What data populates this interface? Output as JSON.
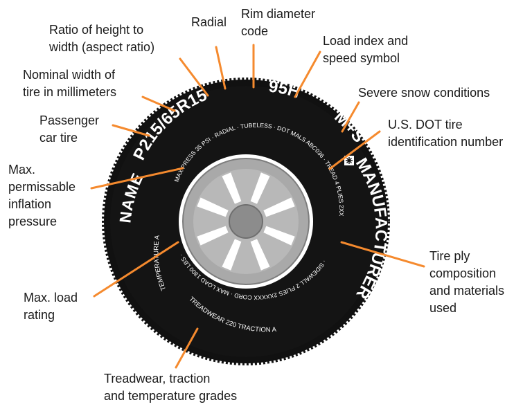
{
  "callouts": {
    "radial": [
      "Radial"
    ],
    "rim_diameter": [
      "Rim diameter",
      "code"
    ],
    "aspect_ratio": [
      "Ratio of height to",
      "width (aspect ratio)"
    ],
    "load_speed": [
      "Load index and",
      "speed symbol"
    ],
    "nominal_width": [
      "Nominal width of",
      "tire in millimeters"
    ],
    "severe_snow": [
      "Severe snow conditions"
    ],
    "passenger": [
      "Passenger",
      "car tire"
    ],
    "dot_id": [
      "U.S. DOT tire",
      "identification number"
    ],
    "max_inflation": [
      "Max.",
      "permissable",
      "inflation",
      "pressure"
    ],
    "ply": [
      "Tire ply",
      "composition",
      "and materials",
      "used"
    ],
    "max_load": [
      "Max. load",
      "rating"
    ],
    "treadwear": [
      "Treadwear, traction",
      "and temperature grades"
    ]
  },
  "sidewall": {
    "size_code": "P215/65R15",
    "load_speed": "95H",
    "snow": "M+S",
    "name": "NAME",
    "manufacturer": "MANUFACTURER",
    "pressure_line": "MAX PRESS 35 PSI · RADIAL · TUBELESS · DOT MALS ABC036 · TREAD 4 PLIES 2XXXXX CORD ·",
    "ply_line": "· SIDEWALL 2 PLIES 2XXXXX CORD · MAX LOAD 1300 LBS ·",
    "grades_left": "TEMPERATURE A",
    "grades_bottom": "TREADWEAR 220 TRACTION A"
  },
  "colors": {
    "leader": "#f58a2e",
    "tire": "#111111",
    "rim": "#a9a9a9",
    "hub": "#8c8c8c",
    "text": "#1a1a1a"
  }
}
